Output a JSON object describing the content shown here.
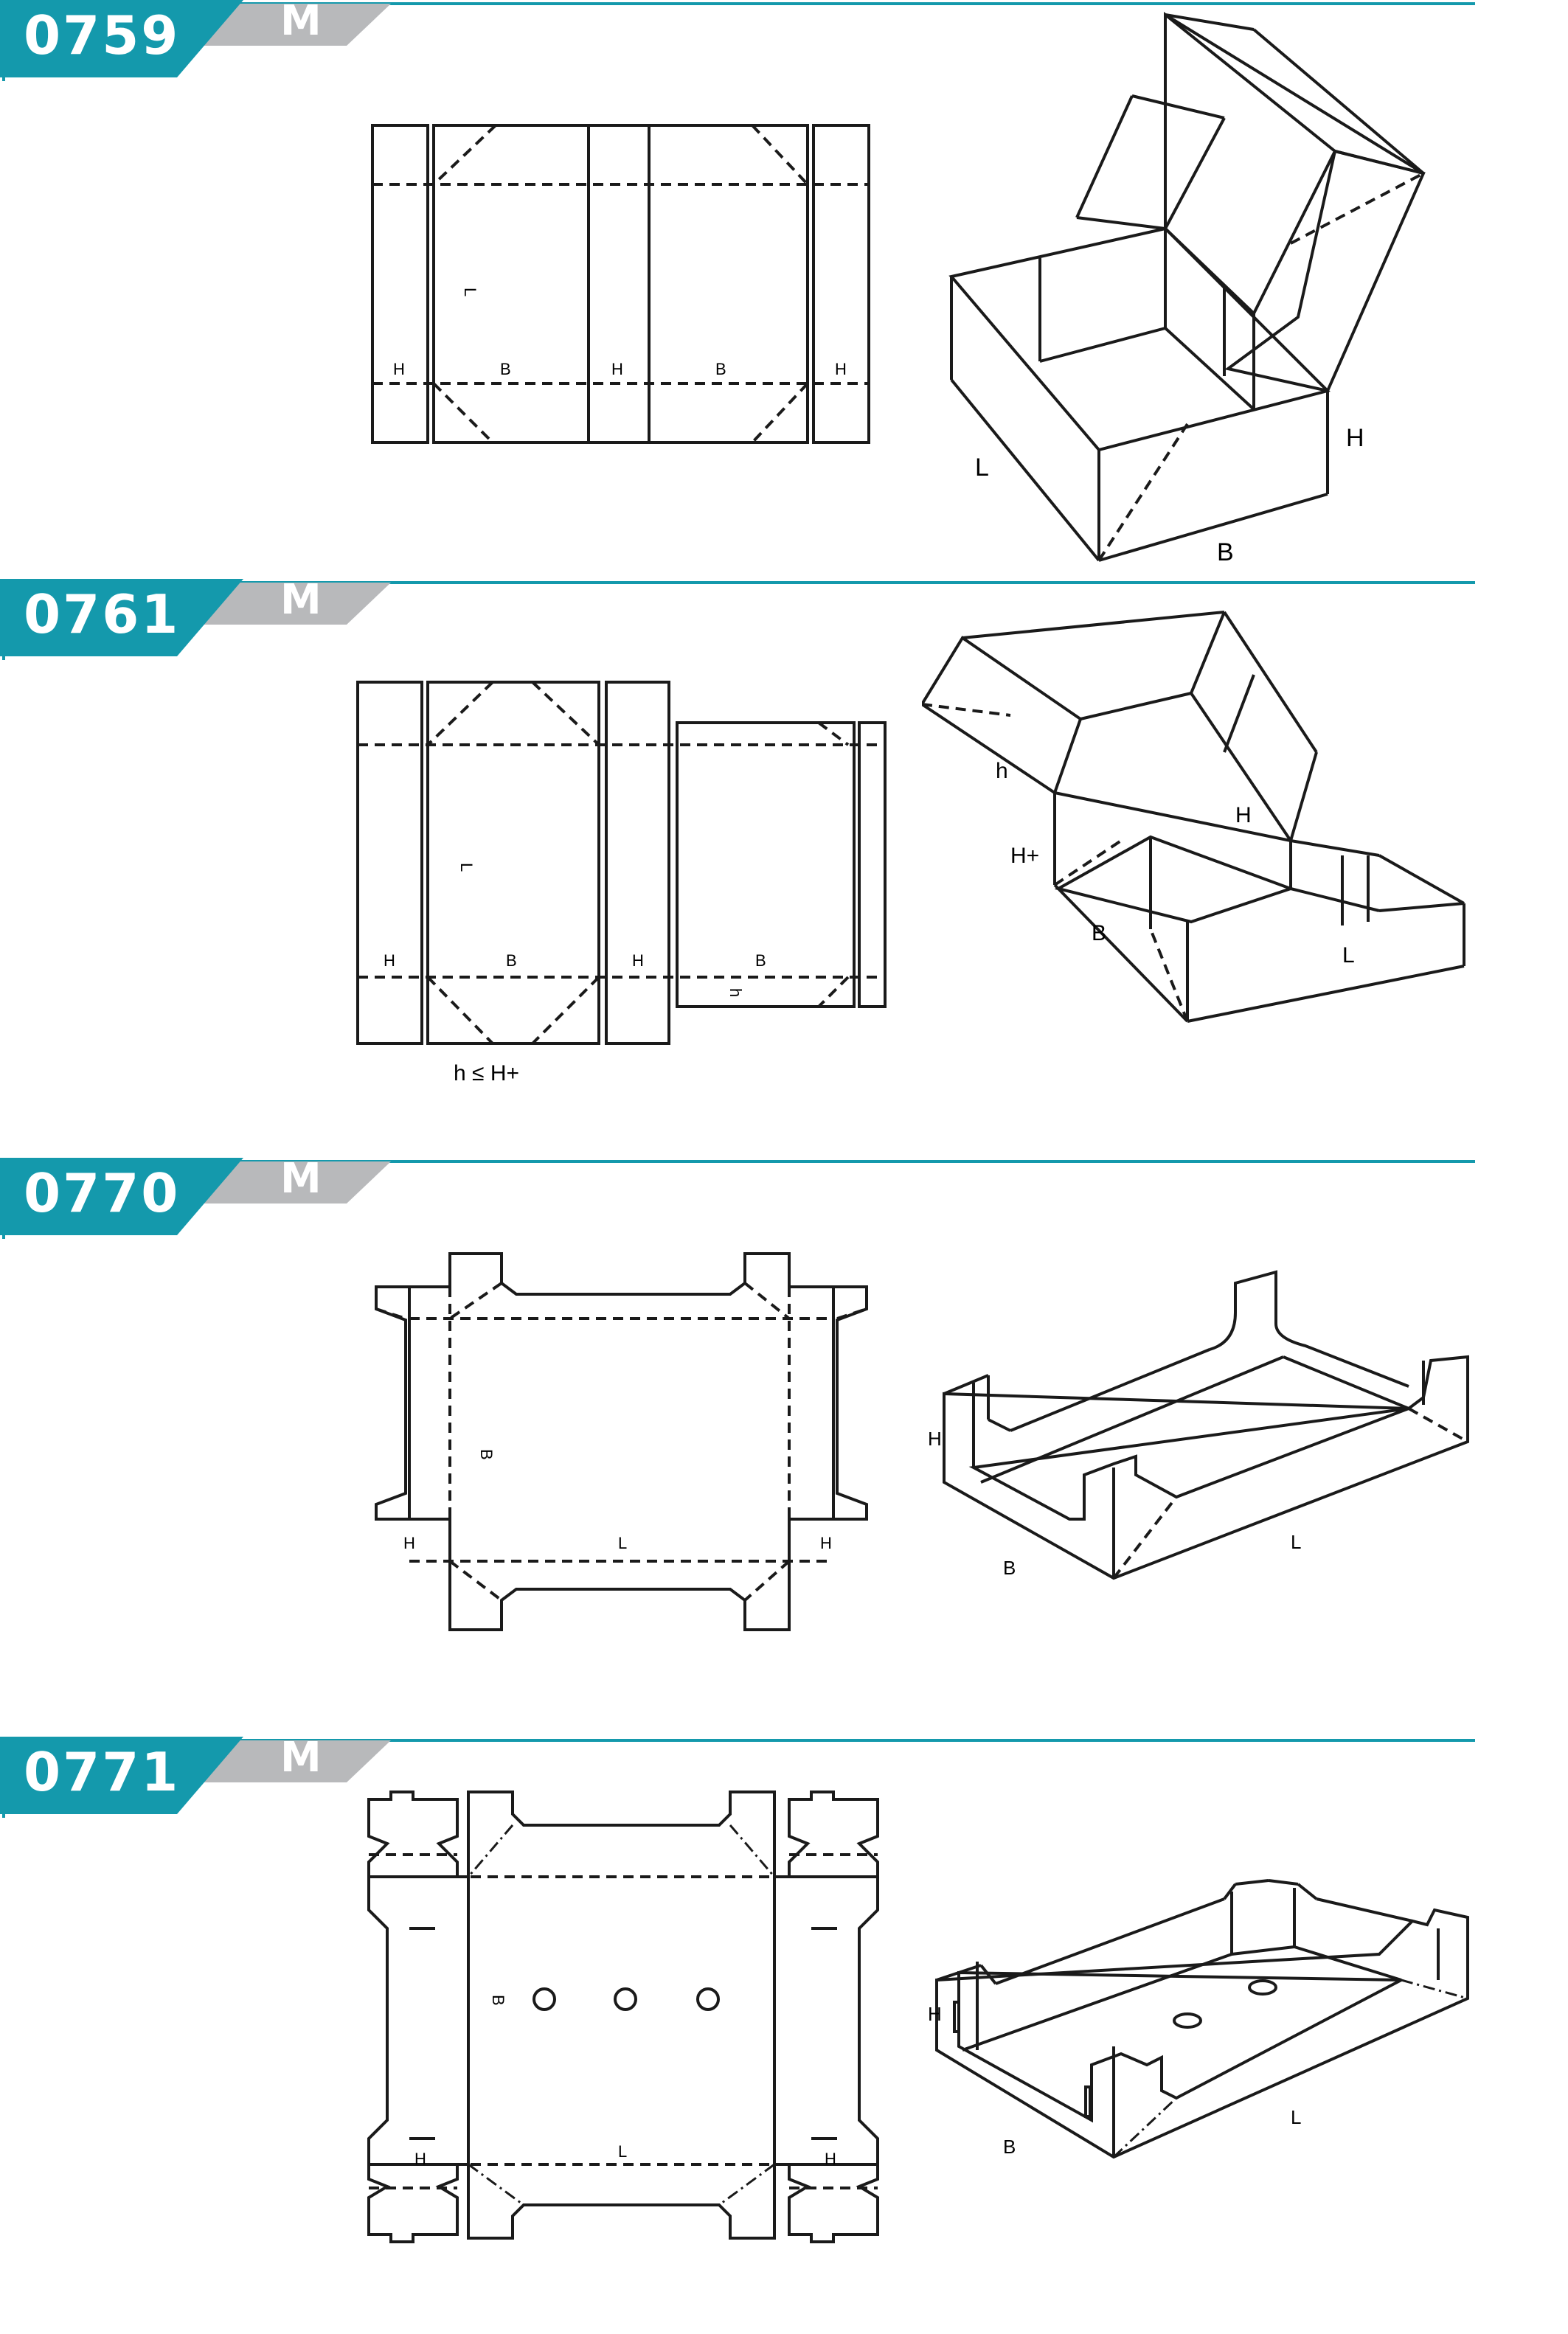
{
  "colors": {
    "accent": "#1499ac",
    "variant_tab": "#b8b9bb",
    "line": "#1a1a1a"
  },
  "sections": [
    {
      "code": "0759",
      "variant": "M",
      "flat_labels": {
        "l": "L",
        "h1": "H",
        "b1": "B",
        "h2": "H",
        "b2": "B",
        "h3": "H"
      },
      "iso_labels": {
        "l": "L",
        "h": "H",
        "b": "B"
      }
    },
    {
      "code": "0761",
      "variant": "M",
      "flat_labels": {
        "l": "L",
        "h1": "H",
        "b1": "B",
        "h2": "H",
        "b2": "B",
        "small_h": "h",
        "note": "h ≤ H+"
      },
      "iso_labels": {
        "h_small": "h",
        "h": "H",
        "h_plus": "H+",
        "b": "B",
        "l": "L"
      }
    },
    {
      "code": "0770",
      "variant": "M",
      "flat_labels": {
        "b": "B",
        "h1": "H",
        "l": "L",
        "h2": "H"
      },
      "iso_labels": {
        "h": "H",
        "b": "B",
        "l": "L"
      }
    },
    {
      "code": "0771",
      "variant": "M",
      "flat_labels": {
        "b": "B",
        "h1": "H",
        "l": "L",
        "h2": "H"
      },
      "iso_labels": {
        "h": "H",
        "b": "B",
        "l": "L"
      }
    }
  ]
}
